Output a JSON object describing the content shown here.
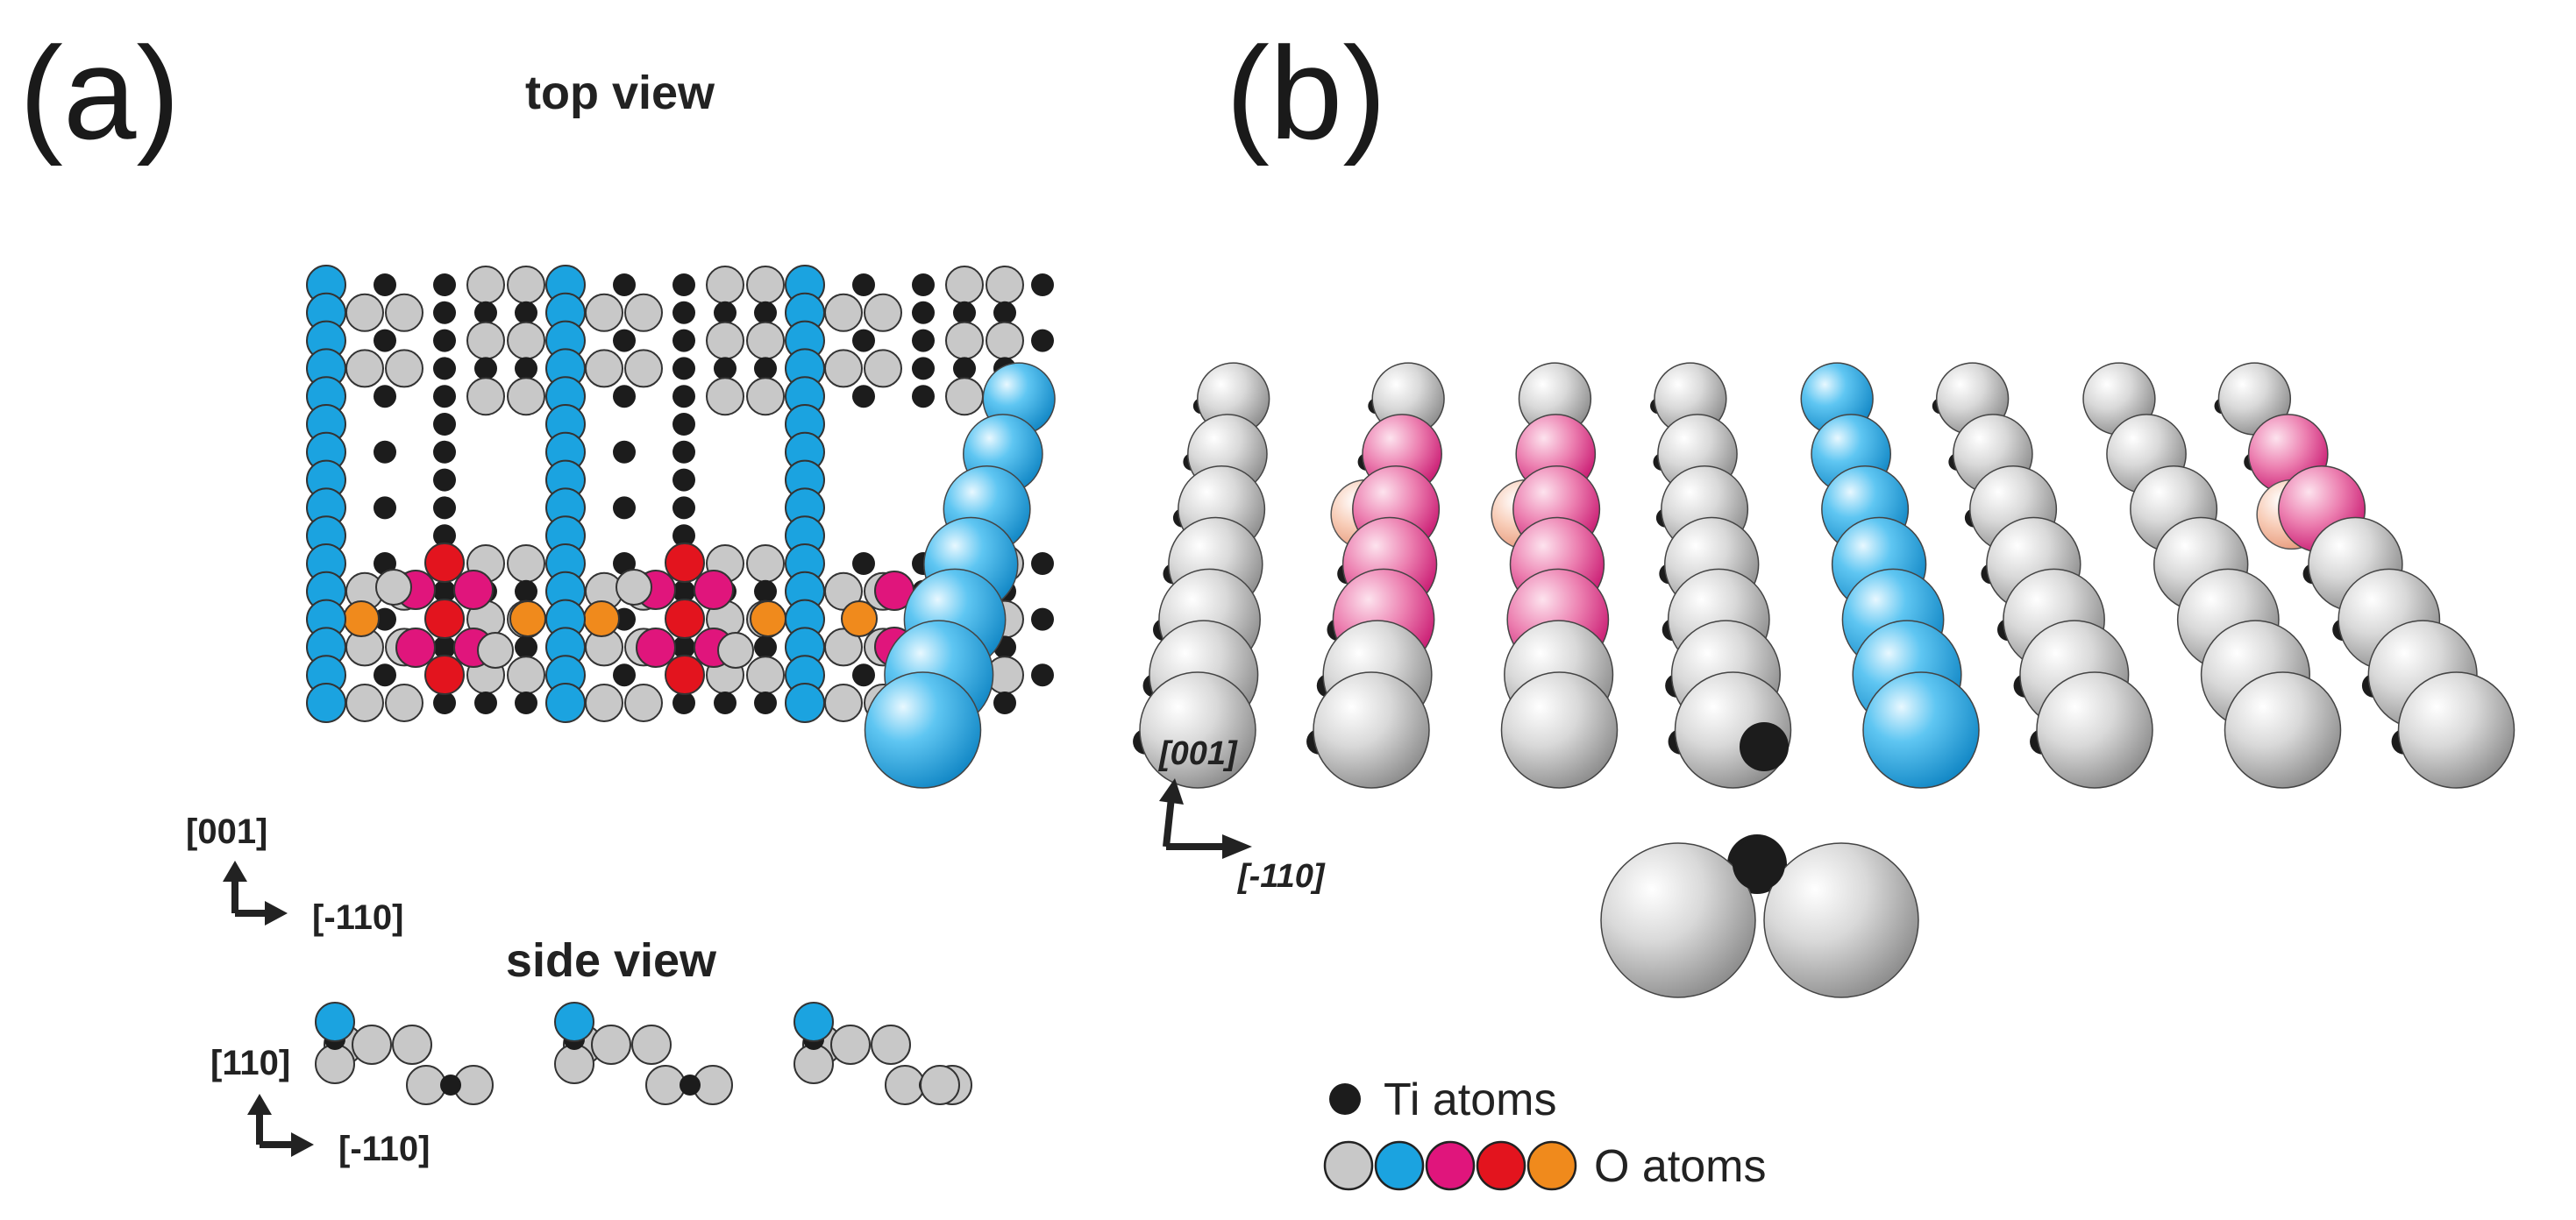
{
  "panel_a": {
    "label": "(a)",
    "top_view_title": "top view",
    "side_view_title": "side view",
    "top_axis": {
      "vertical": "[001]",
      "horizontal": "[-110]"
    },
    "side_axis": {
      "vertical": "[110]",
      "horizontal": "[-110]"
    }
  },
  "panel_b": {
    "label": "(b)",
    "axis": {
      "vertical": "[001]",
      "horizontal": "[-110]"
    }
  },
  "legend": {
    "ti_label": "Ti atoms",
    "o_label": "O atoms"
  },
  "colors": {
    "ti": "#1c1c1c",
    "o_grey": "#c8c8c8",
    "o_bridging": "#1ba3e0",
    "o_pink": "#e0157c",
    "o_red": "#e3141e",
    "o_orange": "#f08a1c",
    "o_peach": "#f5c1aa"
  }
}
